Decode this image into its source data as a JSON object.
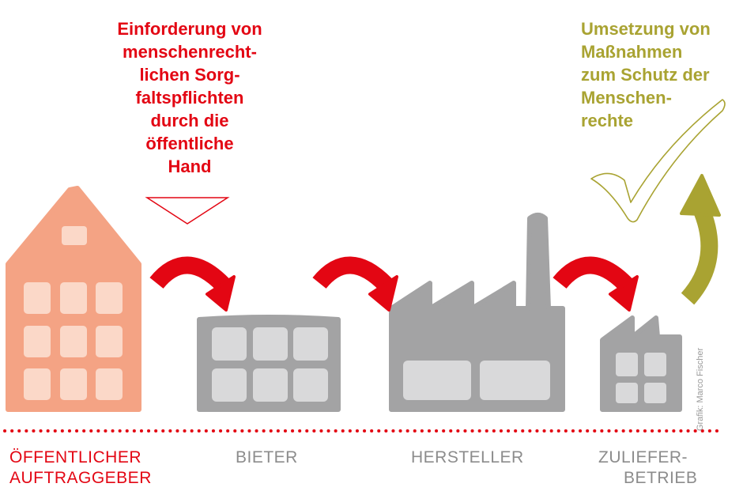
{
  "headline_left": {
    "lines": [
      "Einforderung von",
      "menschenrecht-",
      "lichen Sorg-",
      "faltspflichten",
      "durch die",
      "öffentliche",
      "Hand"
    ]
  },
  "headline_right": {
    "lines": [
      "Umsetzung von",
      "Maßnahmen",
      "zum Schutz der",
      "Menschen-",
      "rechte"
    ]
  },
  "labels": {
    "public_client": [
      "ÖFFENTLICHER",
      "AUFTRAGGEBER"
    ],
    "bidder": [
      "BIETER"
    ],
    "manufacturer": [
      "HERSTELLER"
    ],
    "supplier": [
      "ZULIEFER-",
      "BETRIEB"
    ]
  },
  "credit": "Grafik: Marco Fischer",
  "colors": {
    "red": "#e30613",
    "salmon": "#f4a384",
    "gray": "#a3a3a4",
    "window_gray": "#d9d9da",
    "olive": "#a9a332",
    "label_gray": "#8c8c8c"
  },
  "icons": [
    "public-building-icon",
    "bidder-building-icon",
    "factory-icon",
    "supplier-factory-icon",
    "checkmark-icon",
    "down-triangle-icon"
  ]
}
